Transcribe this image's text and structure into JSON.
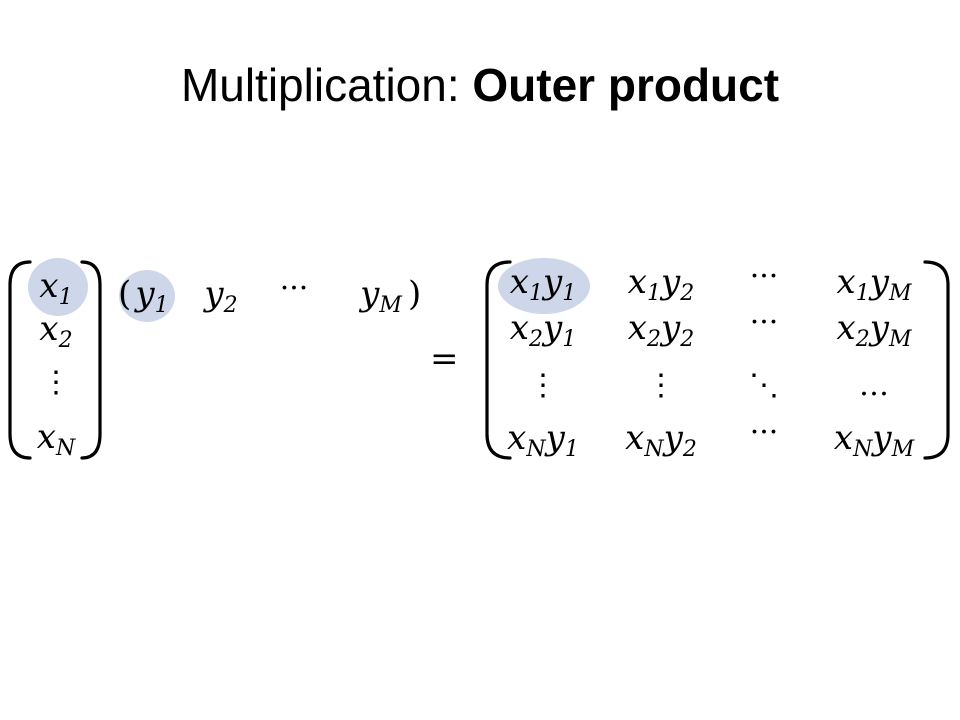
{
  "title": {
    "prefix": "Multiplication: ",
    "emphasis": "Outer product"
  },
  "highlight_color": "#c9d3e8",
  "column_vector": {
    "entries": [
      {
        "base": "x",
        "sub": "1"
      },
      {
        "base": "x",
        "sub": "2"
      },
      {
        "base": "⋮",
        "sub": ""
      },
      {
        "base": "x",
        "sub": "N"
      }
    ]
  },
  "row_vector": {
    "entries": [
      {
        "base": "y",
        "sub": "1"
      },
      {
        "base": "y",
        "sub": "2"
      },
      {
        "base": "···",
        "sub": ""
      },
      {
        "base": "y",
        "sub": "M"
      }
    ]
  },
  "equals_sign": "=",
  "result_matrix": {
    "rows": [
      [
        {
          "a": "x",
          "as": "1",
          "b": "y",
          "bs": "1"
        },
        {
          "a": "x",
          "as": "1",
          "b": "y",
          "bs": "2"
        },
        {
          "text": "···"
        },
        {
          "a": "x",
          "as": "1",
          "b": "y",
          "bs": "M"
        }
      ],
      [
        {
          "a": "x",
          "as": "2",
          "b": "y",
          "bs": "1"
        },
        {
          "a": "x",
          "as": "2",
          "b": "y",
          "bs": "2"
        },
        {
          "text": "···"
        },
        {
          "a": "x",
          "as": "2",
          "b": "y",
          "bs": "M"
        }
      ],
      [
        {
          "text": "⋮"
        },
        {
          "text": "⋮"
        },
        {
          "text": "⋱"
        },
        {
          "text": "…"
        }
      ],
      [
        {
          "a": "x",
          "as": "N",
          "b": "y",
          "bs": "1"
        },
        {
          "a": "x",
          "as": "N",
          "b": "y",
          "bs": "2"
        },
        {
          "text": "···"
        },
        {
          "a": "x",
          "as": "N",
          "b": "y",
          "bs": "M"
        }
      ]
    ]
  }
}
